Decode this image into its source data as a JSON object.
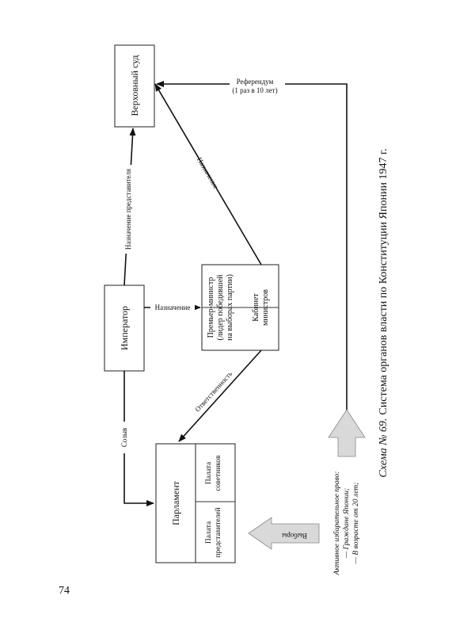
{
  "page_number": "74",
  "caption": {
    "number": "Схема № 69.",
    "text": "Система органов власти по Конституции Японии 1947 г."
  },
  "nodes": {
    "supreme_court": "Верховный суд",
    "emperor": "Император",
    "pm_line1": "Премьер-министр",
    "pm_line2": "(лидер победившей",
    "pm_line3": "на выборах партии)",
    "cabinet_line1": "Кабинет",
    "cabinet_line2": "министров",
    "parliament": "Парламент",
    "lower_line1": "Палата",
    "lower_line2": "представителей",
    "upper_line1": "Палата",
    "upper_line2": "советников"
  },
  "edges": {
    "appointment_rep": "Назначение представителя",
    "appointment": "Назначение",
    "appointment_court": "Назначение",
    "responsibility": "Ответственность",
    "convocation": "Созыв",
    "referendum_line1": "Референдум",
    "referendum_line2": "(1 раз в 10 лет)",
    "elections": "Выборы"
  },
  "suffrage": {
    "title": "Активное избирательное право:",
    "item1": "— Граждане Японии;",
    "item2": "— В возрасте от 20 лет;"
  },
  "colors": {
    "line": "#111111",
    "box_border": "#333333",
    "arrow_fill": "#d9d9d9"
  }
}
